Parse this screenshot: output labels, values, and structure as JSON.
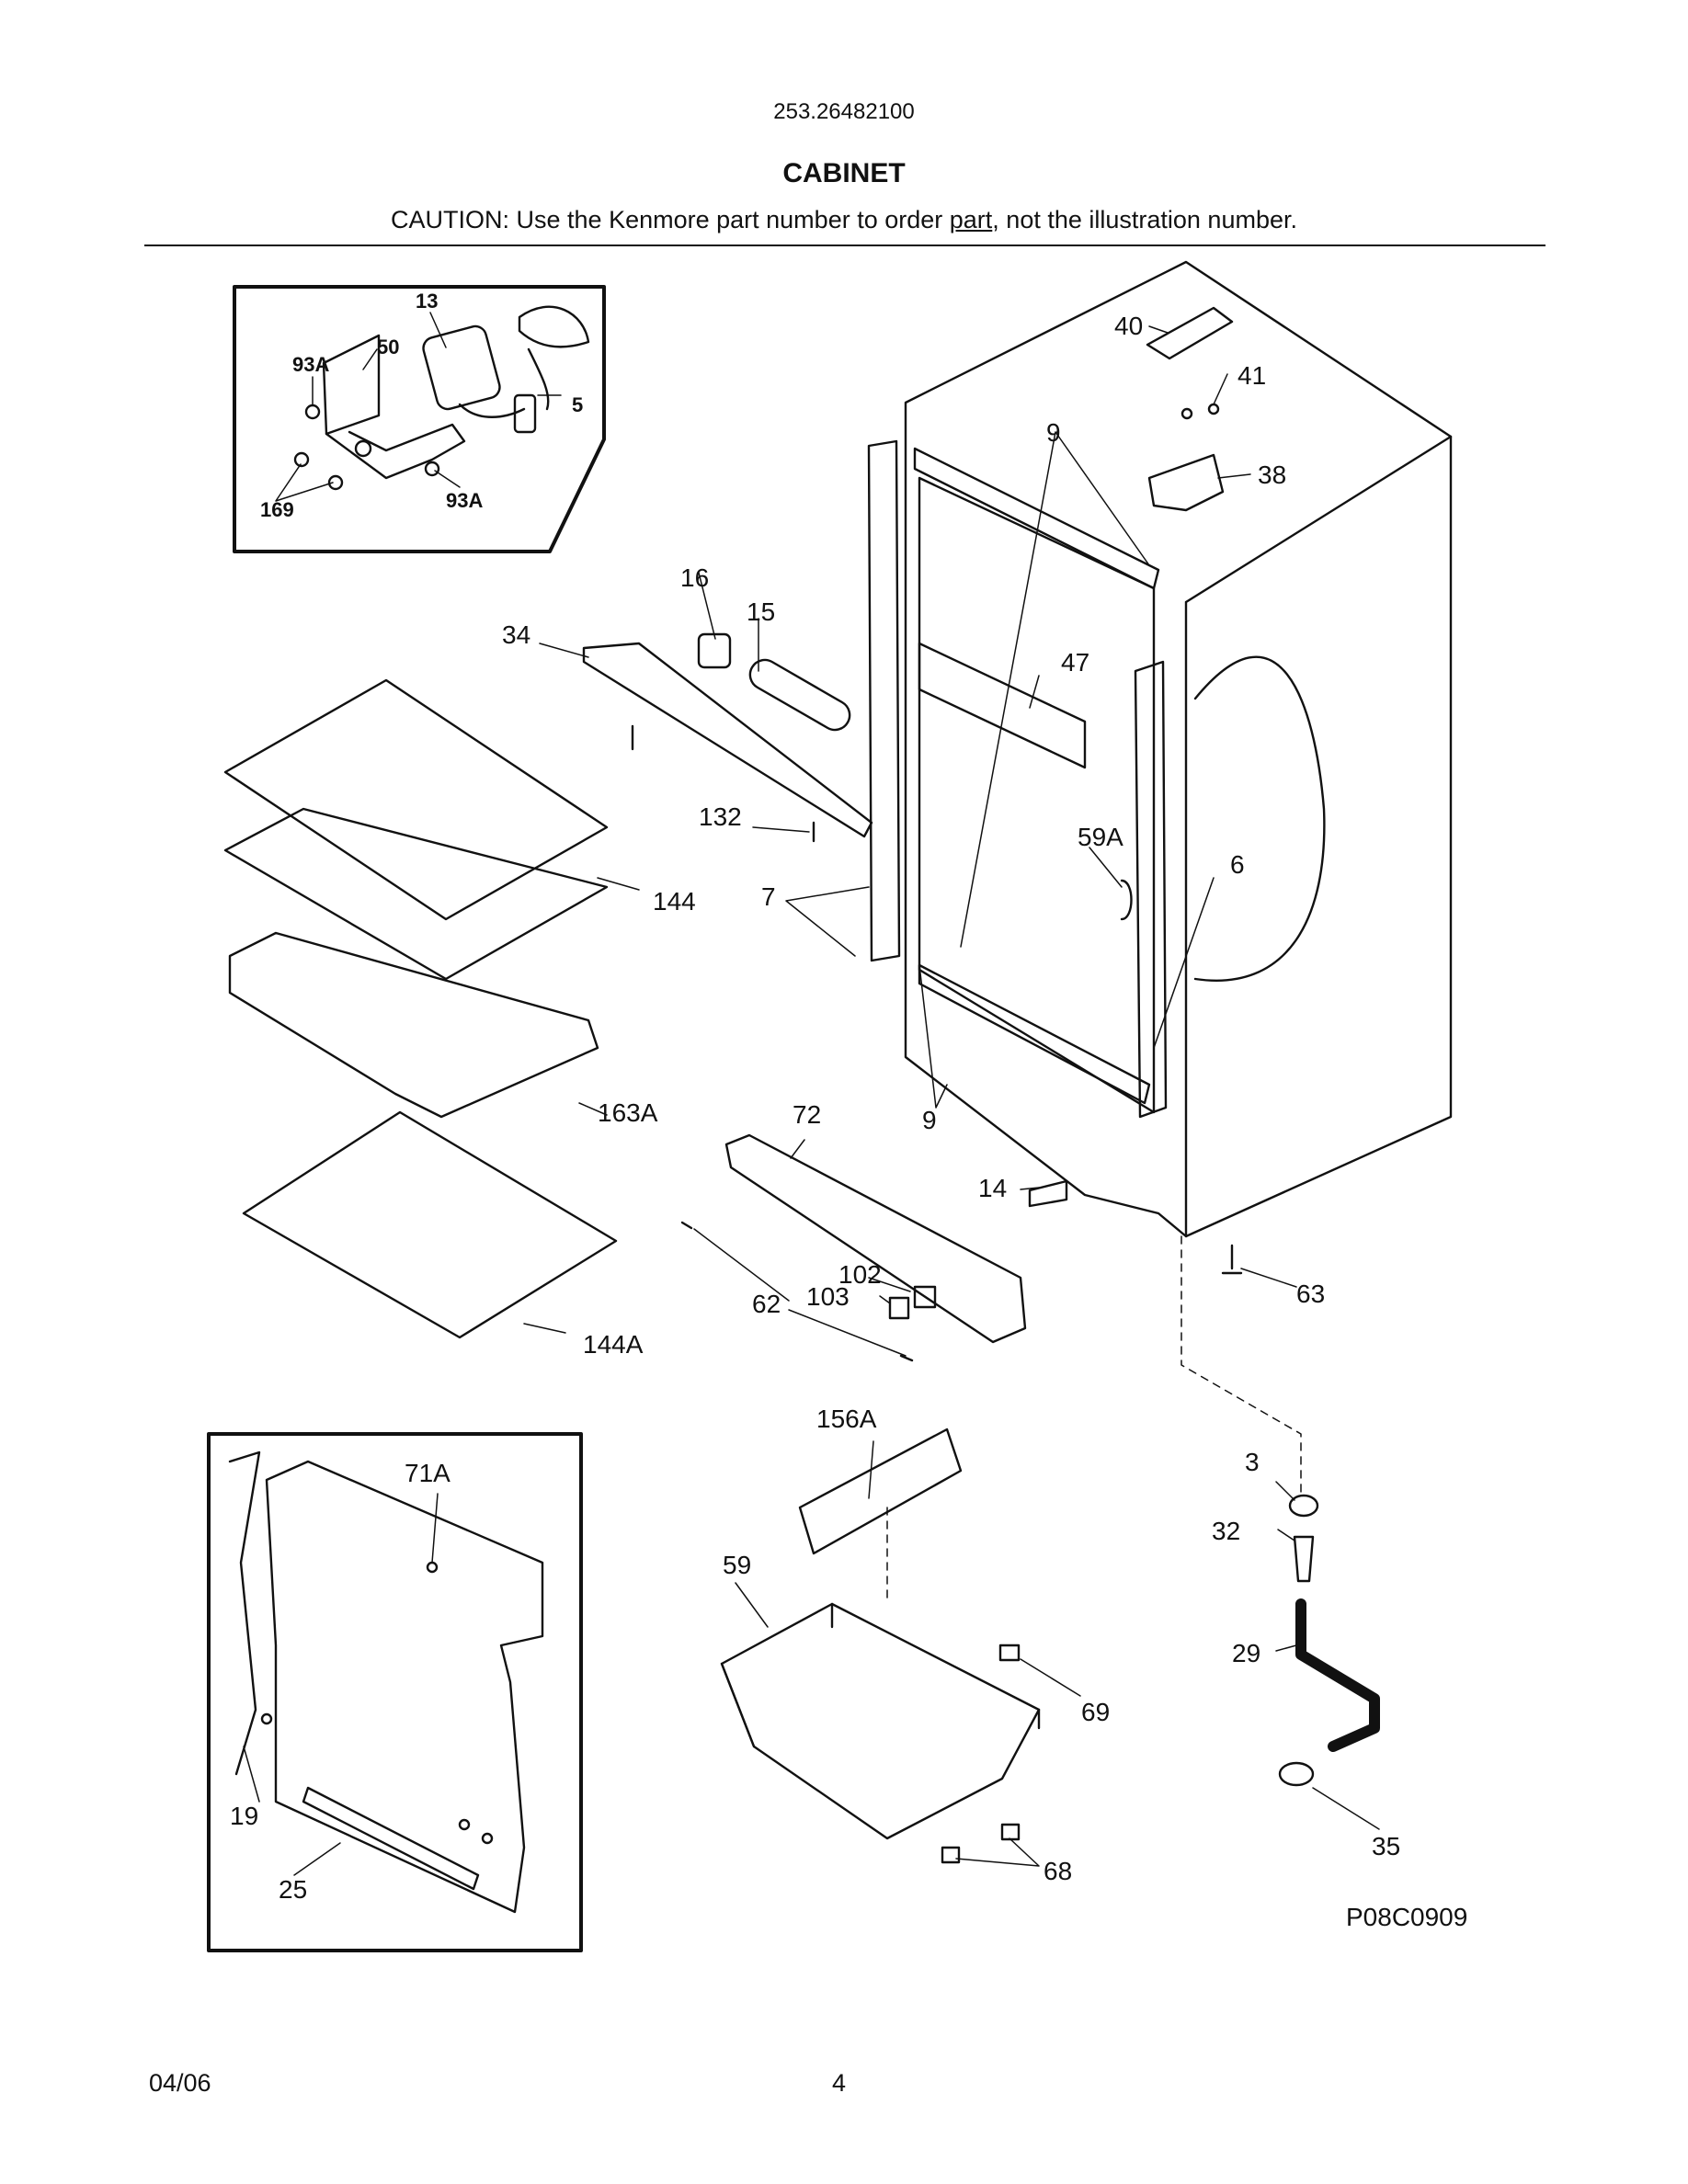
{
  "header": {
    "model": "253.26482100",
    "title": "CABINET",
    "caution_pre": "CAUTION: Use the Kenmore part number to order ",
    "caution_link": "part",
    "caution_post": ", not the illustration number."
  },
  "callouts": {
    "c13": "13",
    "c50": "50",
    "c93A_1": "93A",
    "c5": "5",
    "c169": "169",
    "c93A_2": "93A",
    "c40": "40",
    "c41": "41",
    "c9_top": "9",
    "c38": "38",
    "c16": "16",
    "c15": "15",
    "c34": "34",
    "c47": "47",
    "c132": "132",
    "c59A": "59A",
    "c6": "6",
    "c7": "7",
    "c144": "144",
    "c163A": "163A",
    "c72": "72",
    "c9_bot": "9",
    "c14": "14",
    "c102": "102",
    "c103": "103",
    "c62": "62",
    "c63": "63",
    "c144A": "144A",
    "c156A": "156A",
    "c71A": "71A",
    "c59": "59",
    "c3": "3",
    "c32": "32",
    "c29": "29",
    "c69": "69",
    "c19": "19",
    "c35": "35",
    "c25": "25",
    "c68": "68"
  },
  "figure_id": "P08C0909",
  "footer": {
    "date": "04/06",
    "page": "4"
  }
}
